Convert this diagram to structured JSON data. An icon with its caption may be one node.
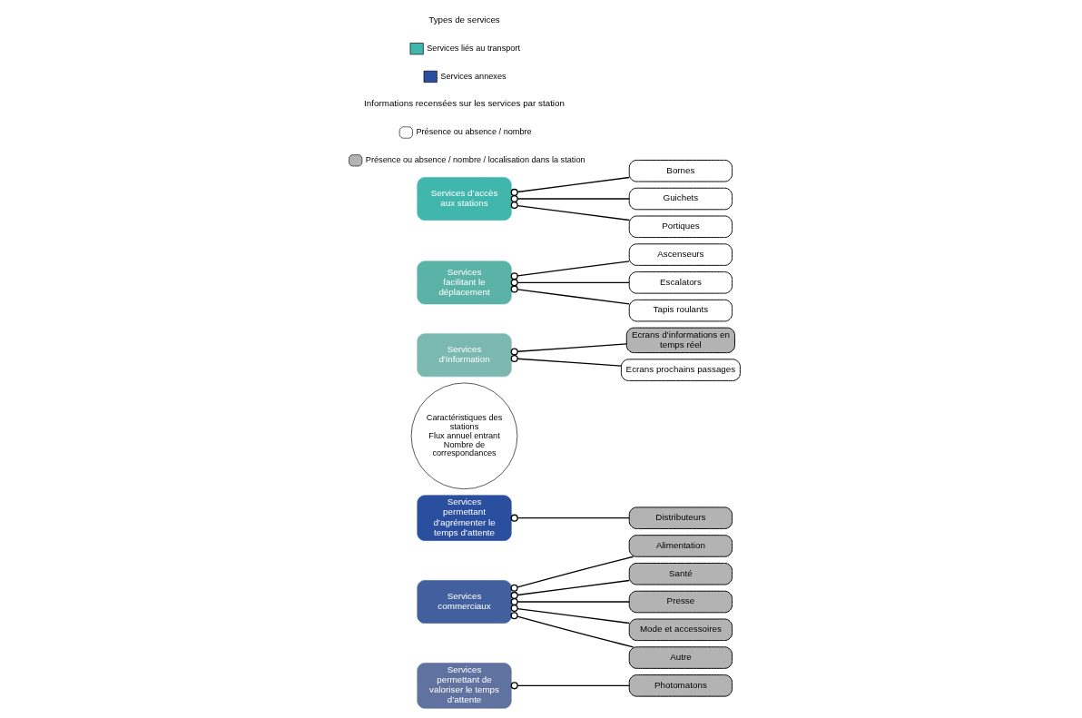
{
  "diagram": {
    "nodes": [
      {
        "text": [
          "Caractéristiques des stations",
          "Flux annuel entrant Nombre de correspondances"
        ]
      },
      {
        "text": [
          "Services d’accès aux stations"
        ]
      },
      {
        "text": [
          "Services permettant d’agrémenter le temps d’attente"
        ]
      },
      {
        "text": [
          "Services commerciaux"
        ]
      },
      {
        "text": [
          "Services permettant de valoriser le temps d’attente"
        ]
      },
      {
        "text": [
          "Services d’information"
        ]
      },
      {
        "text": [
          "Services facilitant le déplacement"
        ]
      },
      {
        "text": [
          "Bornes"
        ]
      },
      {
        "text": [
          "Guichets"
        ]
      },
      {
        "text": [
          "Portiques"
        ]
      },
      {
        "text": [
          "Distributeurs"
        ]
      },
      {
        "text": [
          "Alimentation"
        ]
      },
      {
        "text": [
          "Santé"
        ]
      },
      {
        "text": [
          "Presse"
        ]
      },
      {
        "text": [
          "Mode et accessoires"
        ]
      },
      {
        "text": [
          "Autre"
        ]
      },
      {
        "text": [
          "Photomatons"
        ]
      },
      {
        "text": [
          "Ecrans d’informations en temps réel"
        ]
      },
      {
        "text": [
          "Ecrans prochains passages"
        ]
      },
      {
        "text": [
          "Ascenseurs"
        ]
      },
      {
        "text": [
          "Escalators"
        ]
      },
      {
        "text": [
          "Tapis roulants"
        ]
      }
    ],
    "edges": [
      {
        "from": 1,
        "to": 7,
        "arrow": "other"
      },
      {
        "from": 1,
        "to": 8,
        "arrow": "other"
      },
      {
        "from": 1,
        "to": 9,
        "arrow": "other"
      },
      {
        "from": 2,
        "to": 10,
        "arrow": "other"
      },
      {
        "from": 3,
        "to": 11,
        "arrow": "other"
      },
      {
        "from": 3,
        "to": 12,
        "arrow": "other"
      },
      {
        "from": 3,
        "to": 13,
        "arrow": "other"
      },
      {
        "from": 3,
        "to": 14,
        "arrow": "other"
      },
      {
        "from": 3,
        "to": 15,
        "arrow": "other"
      },
      {
        "from": 4,
        "to": 16,
        "arrow": "other"
      },
      {
        "from": 5,
        "to": 17,
        "arrow": "other"
      },
      {
        "from": 5,
        "to": 18,
        "arrow": "other"
      },
      {
        "from": 6,
        "to": 19,
        "arrow": "other"
      },
      {
        "from": 6,
        "to": 20,
        "arrow": "other"
      },
      {
        "from": 6,
        "to": 21,
        "arrow": "other"
      }
    ],
    "labels": [
      "Types de services",
      "Informations recensées sur les services par station"
    ],
    "legend": [
      {
        "text": "Services liés au transport",
        "color": "#40b6ac"
      },
      {
        "text": "Services annexes",
        "color": "#2a4f9e"
      },
      {
        "text": "Présence ou absence / nombre"
      },
      {
        "text": "Présence ou absence / nombre / localisation dans la station"
      }
    ]
  }
}
